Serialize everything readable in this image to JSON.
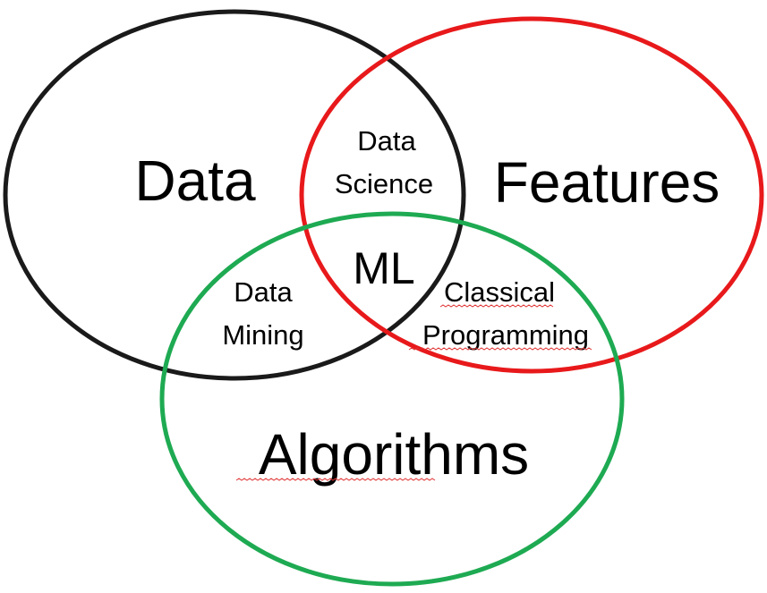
{
  "diagram": {
    "sets": [
      {
        "key": "data",
        "label": "Data",
        "color": "#1a1a1a"
      },
      {
        "key": "features",
        "label": "Features",
        "color": "#e8191b"
      },
      {
        "key": "algorithms",
        "label": "Algorithms",
        "color": "#1eaa52"
      }
    ],
    "regions": {
      "data_features": [
        "Data",
        "Science"
      ],
      "data_algorithms": [
        "Data",
        "Mining"
      ],
      "features_algorithms": [
        "Classical",
        "Programming"
      ],
      "center": "ML"
    }
  }
}
